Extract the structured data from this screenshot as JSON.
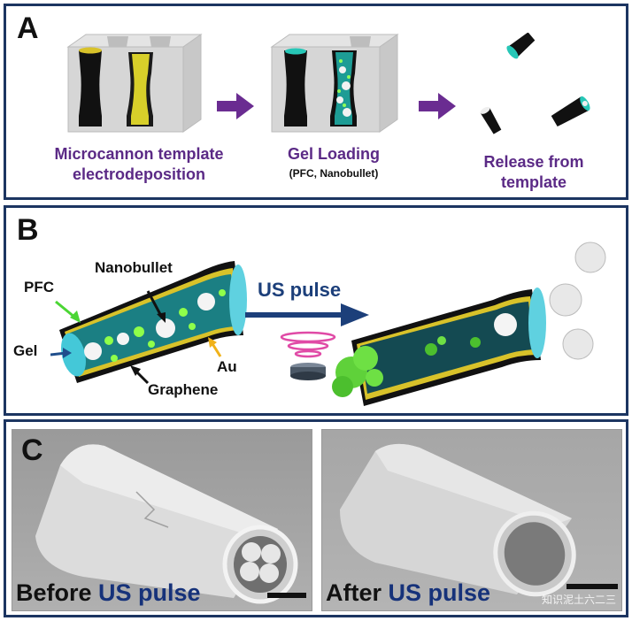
{
  "panel_a": {
    "letter": "A",
    "step1": {
      "line1": "Microcannon template",
      "line2": "electrodeposition"
    },
    "step2": {
      "line1": "Gel Loading",
      "sub": "(PFC, Nanobullet)"
    },
    "step3": {
      "line1": "Release from",
      "line2": "template"
    }
  },
  "panel_b": {
    "letter": "B",
    "labels": {
      "nanobullet": "Nanobullet",
      "pfc": "PFC",
      "gel": "Gel",
      "graphene": "Graphene",
      "au": "Au"
    },
    "us_pulse": "US pulse"
  },
  "panel_c": {
    "letter": "C",
    "before": {
      "prefix": "Before",
      "accent": "US pulse"
    },
    "after": {
      "prefix": "After",
      "accent": "US pulse"
    },
    "watermark": "知识泥土六二三"
  },
  "colors": {
    "border": "#1c3561",
    "purple_text": "#5b2a86",
    "arrow_purple": "#6a2c91",
    "us_blue": "#1c3f7a",
    "gold": "#d9c21a",
    "teal": "#1fa3a0",
    "green": "#7dff3a"
  }
}
